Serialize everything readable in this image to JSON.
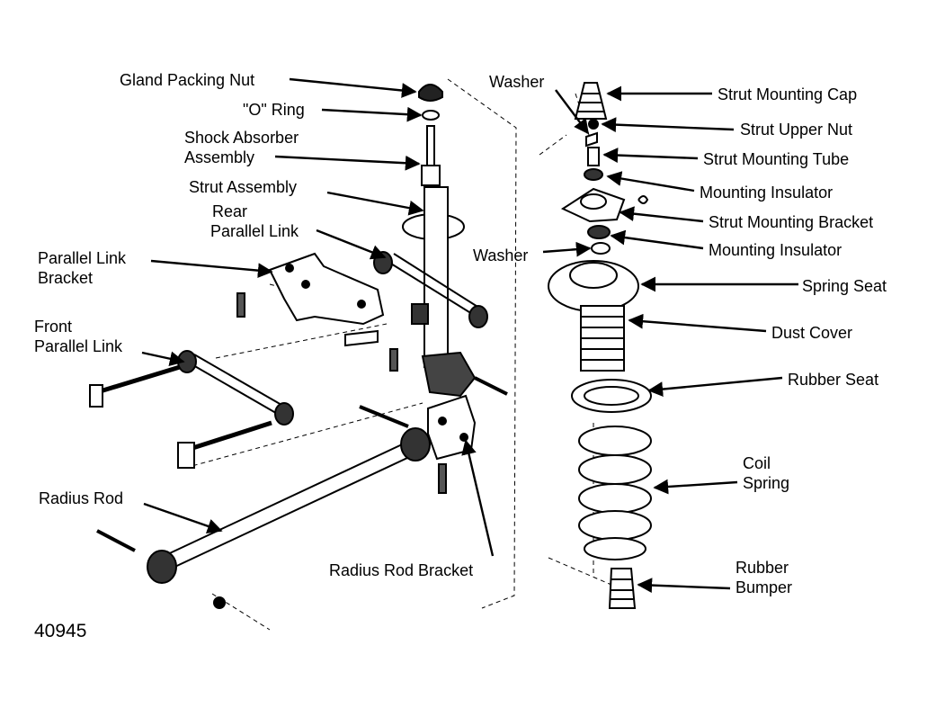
{
  "labels": {
    "gland_packing_nut": "Gland Packing Nut",
    "o_ring": "\"O\" Ring",
    "shock_absorber_line1": "Shock Absorber",
    "shock_absorber_line2": "Assembly",
    "strut_assembly": "Strut Assembly",
    "rear_parallel_link_line1": "Rear",
    "rear_parallel_link_line2": "Parallel Link",
    "parallel_link_bracket_line1": "Parallel Link",
    "parallel_link_bracket_line2": "Bracket",
    "front_parallel_link_line1": "Front",
    "front_parallel_link_line2": "Parallel Link",
    "radius_rod": "Radius Rod",
    "radius_rod_bracket": "Radius Rod Bracket",
    "washer_top": "Washer",
    "washer_mid": "Washer",
    "strut_mounting_cap": "Strut Mounting Cap",
    "strut_upper_nut": "Strut Upper Nut",
    "strut_mounting_tube": "Strut Mounting Tube",
    "mounting_insulator_top": "Mounting Insulator",
    "strut_mounting_bracket": "Strut Mounting Bracket",
    "mounting_insulator_bottom": "Mounting Insulator",
    "spring_seat": "Spring Seat",
    "dust_cover": "Dust Cover",
    "rubber_seat": "Rubber Seat",
    "coil_spring_line1": "Coil",
    "coil_spring_line2": "Spring",
    "rubber_bumper_line1": "Rubber",
    "rubber_bumper_line2": "Bumper"
  },
  "figure_number": "40945",
  "colors": {
    "ink": "#000000",
    "paper": "#ffffff"
  }
}
